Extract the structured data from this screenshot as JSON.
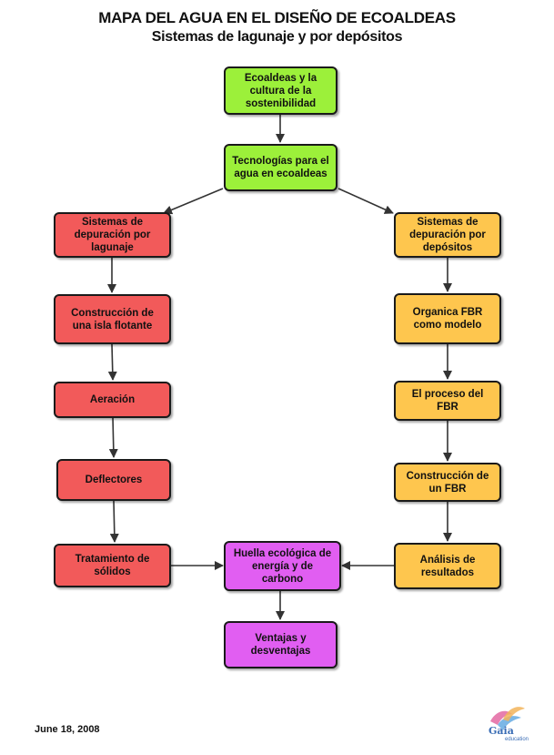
{
  "title": "MAPA DEL AGUA EN EL DISEÑO DE ECOALDEAS",
  "subtitle": "Sistemas de lagunaje y por depósitos",
  "nodes": {
    "ecoaldeas": "Ecoaldeas y la cultura de la sostenibilidad",
    "tecnologias": "Tecnologías para el agua en ecoaldeas",
    "lagunaje": "Sistemas de depuración por lagunaje",
    "depositos": "Sistemas de depuración por depósitos",
    "isla": "Construcción de una isla flotante",
    "organica": "Organica FBR como modelo",
    "aeracion": "Aeración",
    "proceso": "El proceso del FBR",
    "deflectores": "Deflectores",
    "construccion_fbr": "Construcción de un FBR",
    "tratamiento": "Tratamiento de sólidos",
    "huella": "Huella ecológica de energía y de carbono",
    "analisis": "Análisis de resultados",
    "ventajas": "Ventajas y desventajas"
  },
  "colors": {
    "green": "#9cf03a",
    "red": "#f25a5a",
    "orange": "#fec64e",
    "violet": "#e15ef2"
  },
  "footer": {
    "date": "June 18, 2008",
    "logo_text": "Gaia",
    "logo_sub": "education"
  }
}
